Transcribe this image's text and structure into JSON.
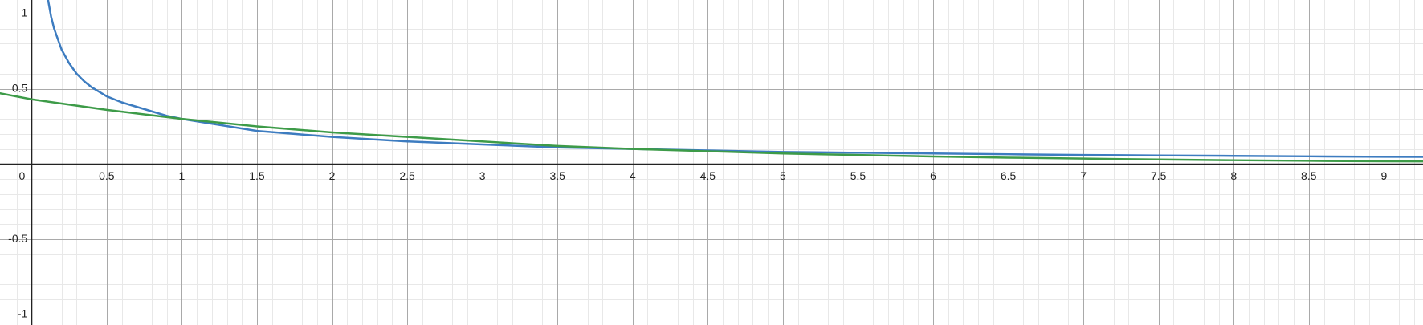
{
  "chart_data": {
    "type": "line",
    "title": "",
    "xlabel": "",
    "ylabel": "",
    "xlim": [
      -0.21,
      9.26
    ],
    "ylim": [
      -1.07,
      1.09
    ],
    "grid": true,
    "minor_grid": true,
    "x_ticks": [
      "0",
      "0.5",
      "1",
      "1.5",
      "2",
      "2.5",
      "3",
      "3.5",
      "4",
      "4.5",
      "5",
      "5.5",
      "6",
      "6.5",
      "7",
      "7.5",
      "8",
      "8.5",
      "9"
    ],
    "y_ticks": [
      "1",
      "0.5",
      "-0.5",
      "-1"
    ],
    "series": [
      {
        "color": "#3d7cc0",
        "x": [
          0.11,
          0.13,
          0.15,
          0.2,
          0.25,
          0.3,
          0.35,
          0.4,
          0.5,
          0.6,
          0.7,
          0.8,
          0.9,
          1.0,
          1.25,
          1.5,
          1.75,
          2.0,
          2.5,
          3.0,
          3.5,
          4.0,
          4.5,
          5.0,
          5.5,
          6.0,
          6.5,
          7.0,
          7.5,
          8.0,
          8.5,
          9.0,
          9.26
        ],
        "y": [
          1.09,
          0.98,
          0.9,
          0.76,
          0.67,
          0.6,
          0.55,
          0.51,
          0.45,
          0.41,
          0.38,
          0.35,
          0.32,
          0.3,
          0.26,
          0.22,
          0.2,
          0.18,
          0.15,
          0.13,
          0.11,
          0.1,
          0.09,
          0.08,
          0.075,
          0.07,
          0.065,
          0.06,
          0.057,
          0.054,
          0.051,
          0.048,
          0.047
        ]
      },
      {
        "color": "#3d9b48",
        "x": [
          -0.21,
          0.0,
          0.5,
          1.0,
          1.5,
          2.0,
          2.5,
          3.0,
          3.5,
          4.0,
          4.5,
          5.0,
          5.5,
          6.0,
          6.5,
          7.0,
          7.5,
          8.0,
          8.5,
          9.0,
          9.26
        ],
        "y": [
          0.47,
          0.43,
          0.36,
          0.3,
          0.25,
          0.21,
          0.18,
          0.15,
          0.12,
          0.1,
          0.085,
          0.07,
          0.06,
          0.05,
          0.042,
          0.036,
          0.03,
          0.025,
          0.021,
          0.018,
          0.017
        ]
      }
    ]
  }
}
